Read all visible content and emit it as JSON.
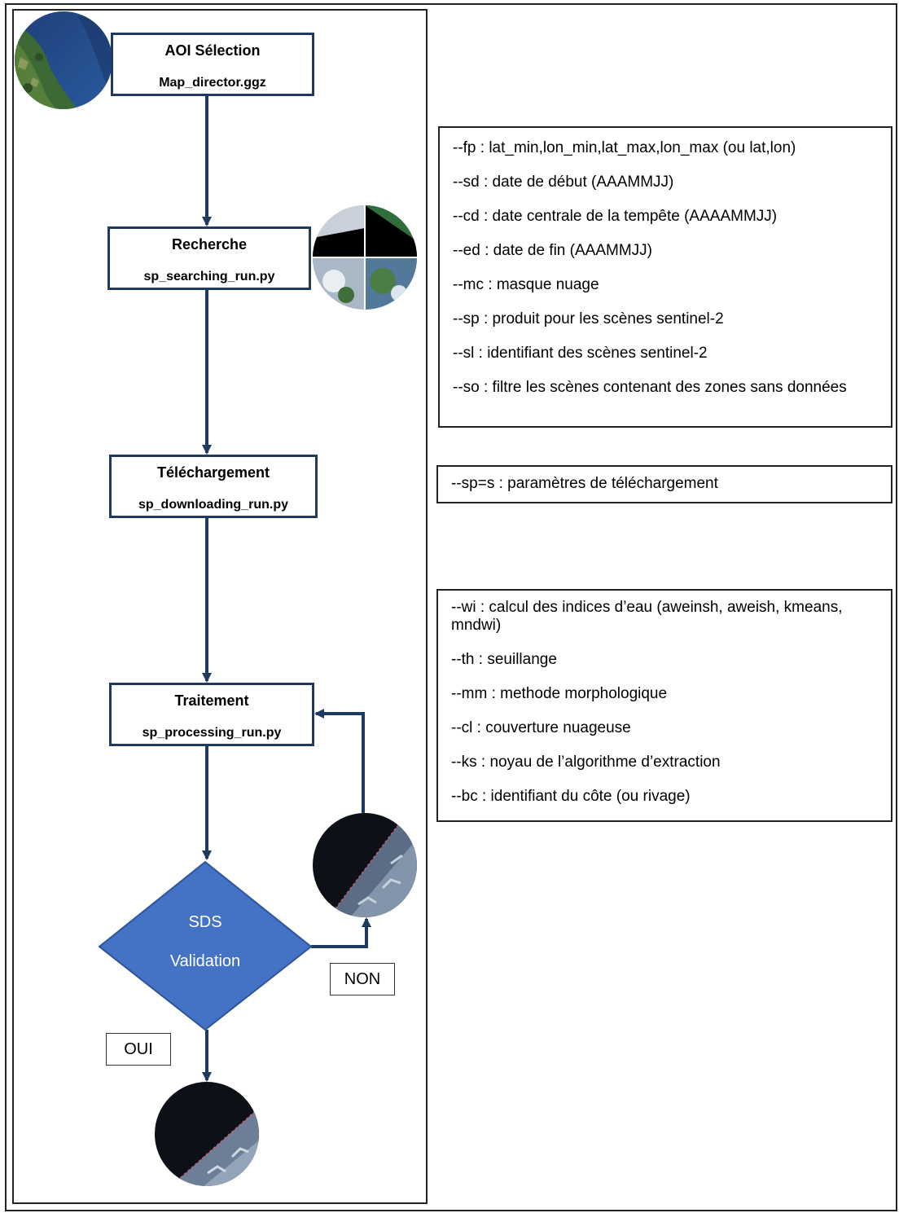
{
  "steps": [
    {
      "title": "AOI Sélection",
      "script": "Map_director.ggz"
    },
    {
      "title": "Recherche",
      "script": "sp_searching_run.py"
    },
    {
      "title": "Téléchargement",
      "script": "sp_downloading_run.py"
    },
    {
      "title": "Traitement",
      "script": "sp_processing_run.py"
    }
  ],
  "decision": {
    "line1": "SDS",
    "line2": "Validation",
    "color": "#4472c4"
  },
  "branches": {
    "no": "NON",
    "yes": "OUI"
  },
  "param_groups": [
    {
      "lines": [
        "--fp : lat_min,lon_min,lat_max,lon_max (ou lat,lon)",
        "--sd : date de début (AAAMMJJ)",
        "--cd : date centrale de la tempête (AAAAMMJJ)",
        "--ed : date de fin (AAAMMJJ)",
        "--mc : masque nuage",
        "--sp : produit pour les scènes sentinel-2",
        "--sl : identifiant des scènes sentinel-2",
        "--so : filtre les scènes contenant des zones sans données"
      ]
    },
    {
      "lines": [
        "--sp=s : paramètres de téléchargement"
      ]
    },
    {
      "lines": [
        "--wi : calcul des indices d’eau (aweinsh, aweish, kmeans, mndwi)",
        "--th : seuillange",
        "--mm : methode morphologique",
        "--cl : couverture nuageuse",
        "--ks : noyau de l’algorithme d’extraction",
        "--bc : identifiant du côte (ou rivage)"
      ]
    }
  ],
  "colors": {
    "box_border": "#1f3a5f",
    "arrow": "#1f3a5f",
    "decision_fill": "#4472c4"
  },
  "images": [
    "satellite-map-thumbnail",
    "sentinel-scenes-thumbnail",
    "shoreline-extraction-thumbnail",
    "validated-shoreline-thumbnail"
  ]
}
